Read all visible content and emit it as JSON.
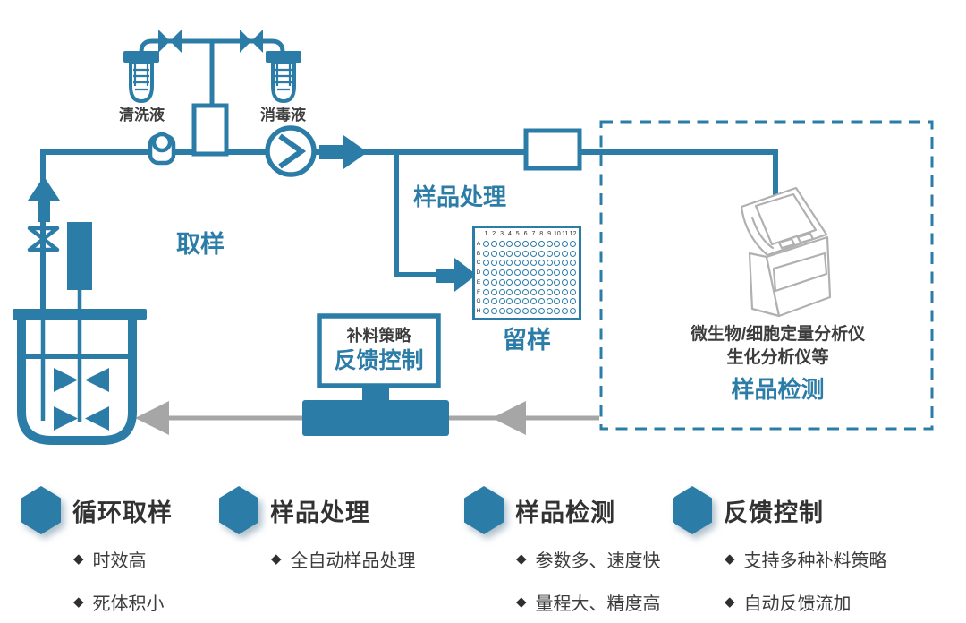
{
  "colors": {
    "blue": "#2B7CA7",
    "gray": "#A6A6A6",
    "dark": "#3B3B3B",
    "light_gray": "#B0B0B0"
  },
  "diagram": {
    "cleaning_bottle_label": "清洗液",
    "disinfectant_bottle_label": "消毒液",
    "sampling_label": "取样",
    "sample_processing_label": "样品处理",
    "sample_retention_label": "留样",
    "feeding_strategy_label": "补料策略",
    "feedback_control_label": "反馈控制",
    "analyzer_name_line1": "微生物/细胞定量分析仪",
    "analyzer_name_line2": "生化分析仪等",
    "sample_detection_label": "样品检测"
  },
  "well_plate": {
    "row_labels": [
      "A",
      "B",
      "C",
      "D",
      "E",
      "F",
      "G",
      "H"
    ],
    "column_labels": [
      "1",
      "2",
      "3",
      "4",
      "5",
      "6",
      "7",
      "8",
      "9",
      "10",
      "11",
      "12"
    ]
  },
  "bullet_marker": "◆",
  "features": [
    {
      "title": "循环取样",
      "bullets": [
        "时效高",
        "死体积小"
      ]
    },
    {
      "title": "样品处理",
      "bullets": [
        "全自动样品处理"
      ]
    },
    {
      "title": "样品检测",
      "bullets": [
        "参数多、速度快",
        "量程大、精度高"
      ]
    },
    {
      "title": "反馈控制",
      "bullets": [
        "支持多种补料策略",
        "自动反馈流加"
      ]
    }
  ]
}
